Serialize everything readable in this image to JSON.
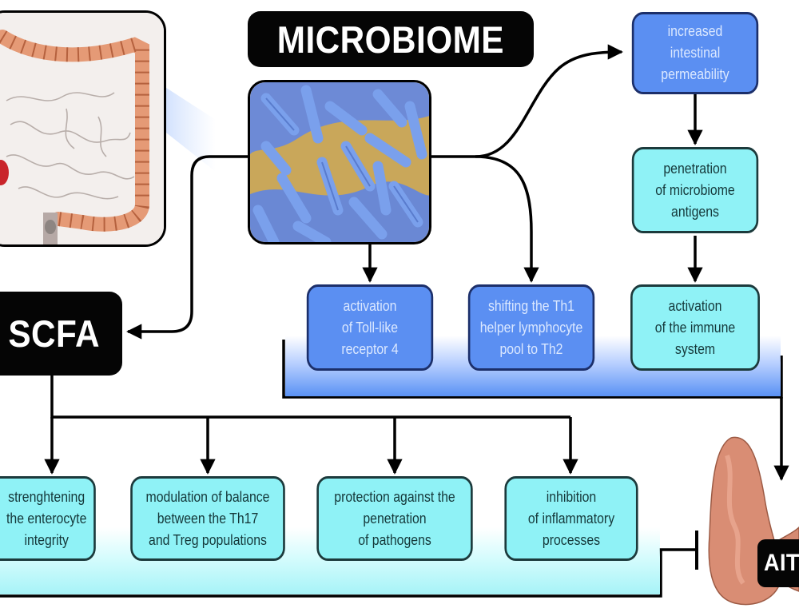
{
  "diagram": {
    "title_microbiome": "MICROBIOME",
    "title_scfa": "SCFA",
    "title_aitd": "AITD",
    "colors": {
      "blue_node": "#5b8ff2",
      "cyan_node": "#8ff2f6",
      "title_bg": "#050505",
      "gut_orange": "#e59a76",
      "thyroid": "#d98d74"
    },
    "microbiome_effects": [
      {
        "id": "tlr4",
        "text": "activation\nof Toll-like\nreceptor 4",
        "style": "blue"
      },
      {
        "id": "th1-th2",
        "text": "shifting the Th1\nhelper lymphocyte\npool to Th2",
        "style": "blue"
      },
      {
        "id": "immune",
        "text": "activation\nof the immune\nsystem",
        "style": "cyan"
      }
    ],
    "permeability_chain": [
      {
        "id": "permeability",
        "text": "increased\nintestinal\npermeability",
        "style": "blue"
      },
      {
        "id": "antigens",
        "text": "penetration\nof microbiome\nantigens",
        "style": "cyan"
      }
    ],
    "scfa_effects": [
      {
        "id": "enterocyte",
        "text": "strenghtening\nthe enterocyte\nintegrity",
        "style": "cyan"
      },
      {
        "id": "th17-treg",
        "text": "modulation of balance\nbetween the Th17\nand Treg populations",
        "style": "cyan"
      },
      {
        "id": "pathogens",
        "text": "protection against the\npenetration\nof pathogens",
        "style": "cyan"
      },
      {
        "id": "inflammation",
        "text": "inhibition\nof inflammatory\nprocesses",
        "style": "cyan"
      }
    ],
    "illustrations": {
      "gut": "intestine-illustration",
      "bacteria": "bacteria-micrograph",
      "thyroid": "thyroid-illustration"
    }
  }
}
